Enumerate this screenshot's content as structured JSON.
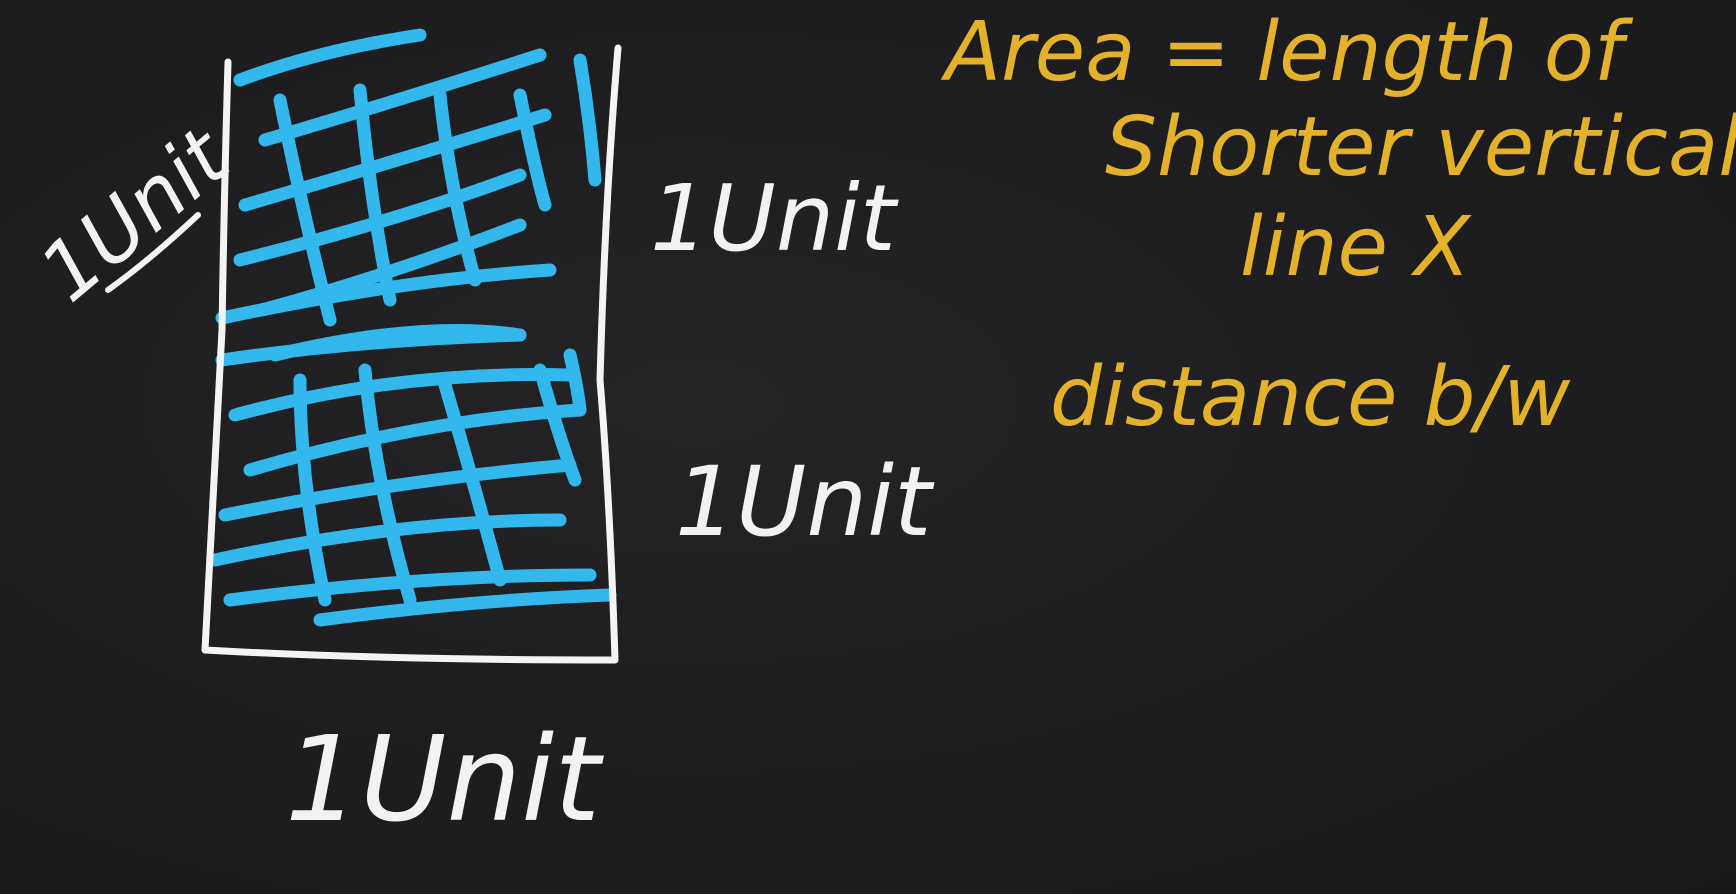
{
  "labels": {
    "left_side": "1Unit",
    "right_top": "1Unit",
    "right_bottom": "1Unit",
    "bottom": "1Unit"
  },
  "formula": {
    "line1": "Area = length of",
    "line2": "Shorter vertical",
    "line3": "line  X",
    "line4": "distance b/w"
  },
  "colors": {
    "board": "#1d1d1f",
    "chalk_white": "#f2f2f2",
    "chalk_yellow": "#e3b12a",
    "shade_blue": "#33b8ee"
  }
}
